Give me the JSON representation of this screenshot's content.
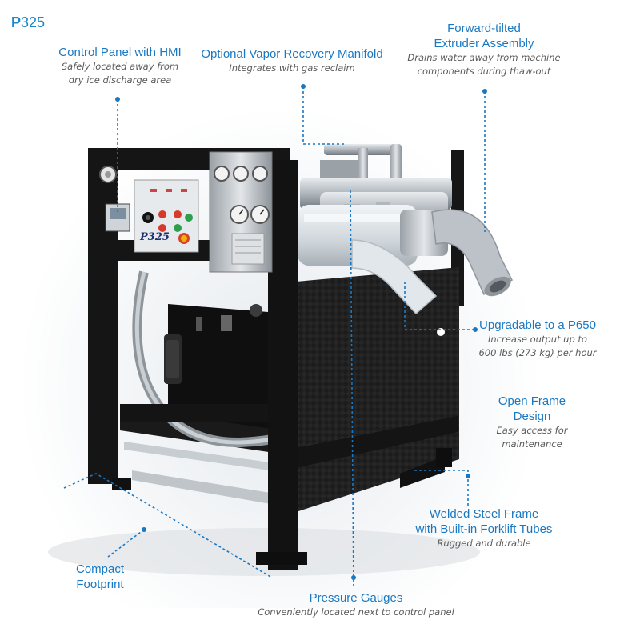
{
  "brand": {
    "prefix": "P",
    "number": "325"
  },
  "machine": {
    "panel_label": "P325"
  },
  "callouts": {
    "control_panel": {
      "title": "Control Panel with HMI",
      "sub": [
        "Safely located away from",
        "dry ice discharge area"
      ]
    },
    "vapor": {
      "title": "Optional Vapor Recovery Manifold",
      "sub": [
        "Integrates with gas reclaim"
      ]
    },
    "extruder": {
      "title": [
        "Forward-tilted",
        "Extruder Assembly"
      ],
      "sub": [
        "Drains water away from machine",
        "components during thaw-out"
      ]
    },
    "upgrade": {
      "title": "Upgradable to a P650",
      "sub": [
        "Increase output up to",
        "600 lbs (273 kg) per hour"
      ]
    },
    "open_frame": {
      "title": [
        "Open Frame",
        "Design"
      ],
      "sub": [
        "Easy access for",
        "maintenance"
      ]
    },
    "welded": {
      "title": [
        "Welded Steel Frame",
        "with Built-in Forklift Tubes"
      ],
      "sub": [
        "Rugged and durable"
      ]
    },
    "compact": {
      "title": [
        "Compact",
        "Footprint"
      ]
    },
    "gauges": {
      "title": "Pressure Gauges",
      "sub": [
        "Conveniently located next to control panel"
      ]
    }
  },
  "colors": {
    "accent": "#1a78c2",
    "frame": "#141414",
    "subtext": "#5a5a5a"
  }
}
